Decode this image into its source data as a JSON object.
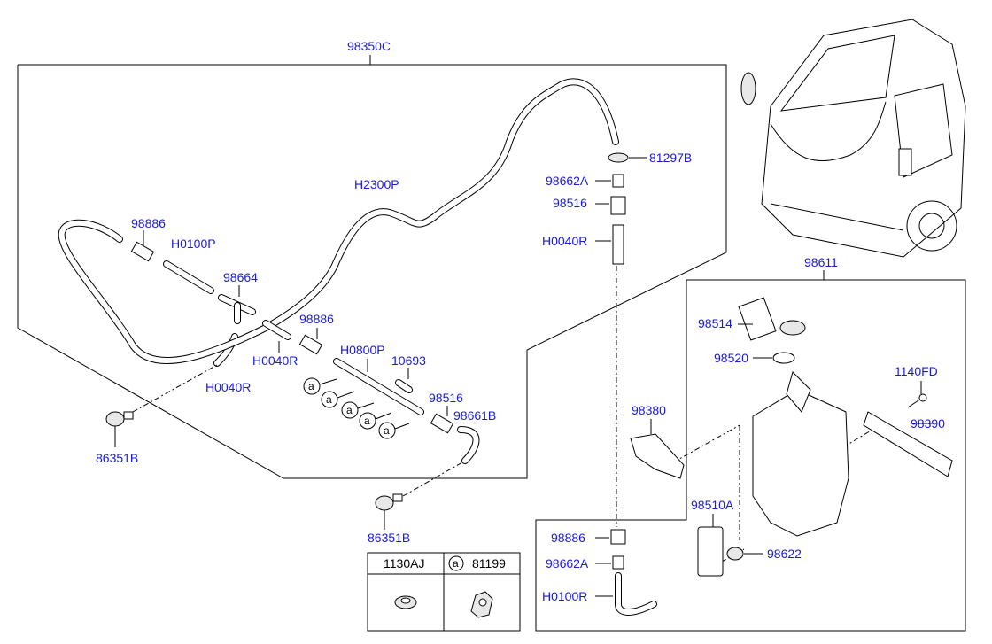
{
  "labels": {
    "kit_98350C": "98350C",
    "hose_H2300P": "H2300P",
    "joint_98886_a": "98886",
    "hose_H0100P_a": "H0100P",
    "joint_98664": "98664",
    "joint_98886_b": "98886",
    "hose_H0040R_a": "H0040R",
    "hose_H0040R_b": "H0040R",
    "hose_H0800P": "H0800P",
    "part_10693": "10693",
    "valve_98516_a": "98516",
    "hose_98661B": "98661B",
    "nozzle_86351B_a": "86351B",
    "nozzle_86351B_b": "86351B",
    "grommet_81297B": "81297B",
    "joint_98662A_a": "98662A",
    "valve_98516_b": "98516",
    "hose_H0040R_c": "H0040R",
    "reservoir_98611": "98611",
    "filler_98514": "98514",
    "gasket_98520": "98520",
    "bolt_1140FD": "1140FD",
    "bracket_98380": "98380",
    "bracket_98390": "98390",
    "pump_98510A": "98510A",
    "joint_98886_c": "98886",
    "joint_98662A_b": "98662A",
    "grommet_98622": "98622",
    "hose_H0100R": "H0100R"
  },
  "callout_letter": "a",
  "legend": {
    "col1_code": "1130AJ",
    "col2_marker": "a",
    "col2_code": "81199"
  }
}
